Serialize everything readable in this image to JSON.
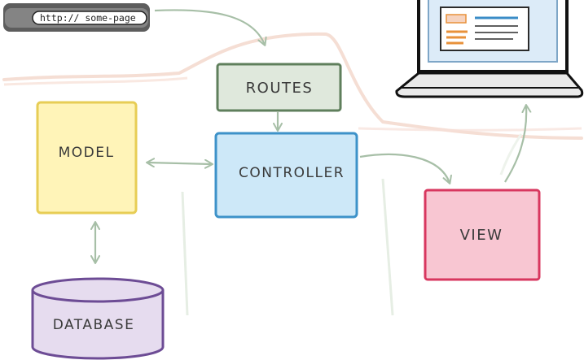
{
  "address_bar": {
    "url": "http:// some-page"
  },
  "nodes": {
    "routes": {
      "label": "ROUTES",
      "color": "#dfe8dc",
      "stroke": "#5f7f5c"
    },
    "model": {
      "label": "MODEL",
      "color": "#fff4b8",
      "stroke": "#e7cd55"
    },
    "controller": {
      "label": "CONTROLLER",
      "color": "#cde8f8",
      "stroke": "#3d92c9"
    },
    "view": {
      "label": "VIEW",
      "color": "#f8c6d2",
      "stroke": "#d8375f"
    },
    "database": {
      "label": "DATABASE",
      "color": "#e6dcef",
      "stroke": "#6d4c95"
    }
  },
  "laptop": {
    "icon": "laptop-icon",
    "screen_color": "#dcebf8",
    "accent_color": "#e8913a",
    "line_color": "#3a8cc7"
  },
  "edges": [
    {
      "from": "address_bar",
      "to": "routes"
    },
    {
      "from": "routes",
      "to": "controller"
    },
    {
      "from": "controller",
      "to": "model",
      "bidirectional": true
    },
    {
      "from": "model",
      "to": "database",
      "bidirectional": true
    },
    {
      "from": "controller",
      "to": "view"
    },
    {
      "from": "view",
      "to": "laptop"
    }
  ]
}
